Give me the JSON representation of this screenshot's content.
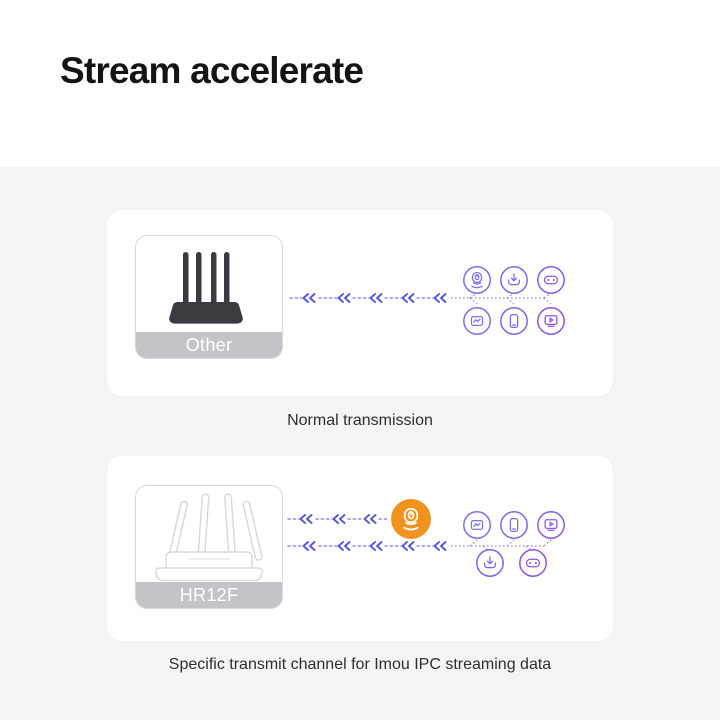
{
  "page": {
    "title": "Stream accelerate"
  },
  "colors": {
    "background": "#f4f4f6",
    "surface": "#ffffff",
    "arrow_chevron": "#5458d2",
    "arrow_dash": "#8f8ce8",
    "icon_purple": "#7b70ee",
    "icon_violet": "#8a5ce6",
    "highlight_orange": "#f0921f",
    "device_label_bar": "#c2c4c7"
  },
  "cards": [
    {
      "id": "normal",
      "router_label": "Other",
      "caption": "Normal transmission",
      "devices_top": [
        "ipc-camera",
        "download",
        "game-controller"
      ],
      "devices_bottom": [
        "photo",
        "phone",
        "video-display"
      ]
    },
    {
      "id": "accelerated",
      "router_label": "HR12F",
      "caption": "Specific transmit channel for Imou IPC streaming data",
      "highlight_device": "ipc-camera",
      "devices_top": [
        "photo",
        "phone",
        "video-display"
      ],
      "devices_bottom": [
        "download",
        "game-controller"
      ]
    }
  ]
}
